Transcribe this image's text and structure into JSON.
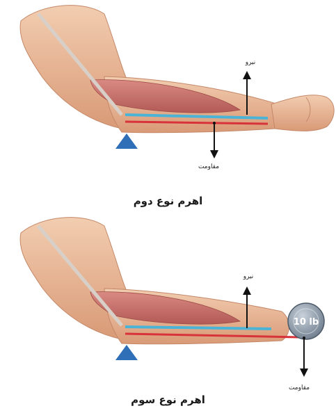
{
  "panels": [
    {
      "caption": "اهرم نوع دوم",
      "effort_label": "نیرو",
      "resistance_label": "مقاومت"
    },
    {
      "caption": "اهرم نوع سوم",
      "effort_label": "نیرو",
      "resistance_label": "مقاومت",
      "weight_label": "10 lb"
    }
  ],
  "colors": {
    "skin": "#e8b896",
    "muscle": "#c9716b",
    "bone_line_blue": "#4bb4d6",
    "bone_line_red": "#d8323a",
    "fulcrum": "#2f6fb8",
    "weight": "#9aa8b8"
  }
}
